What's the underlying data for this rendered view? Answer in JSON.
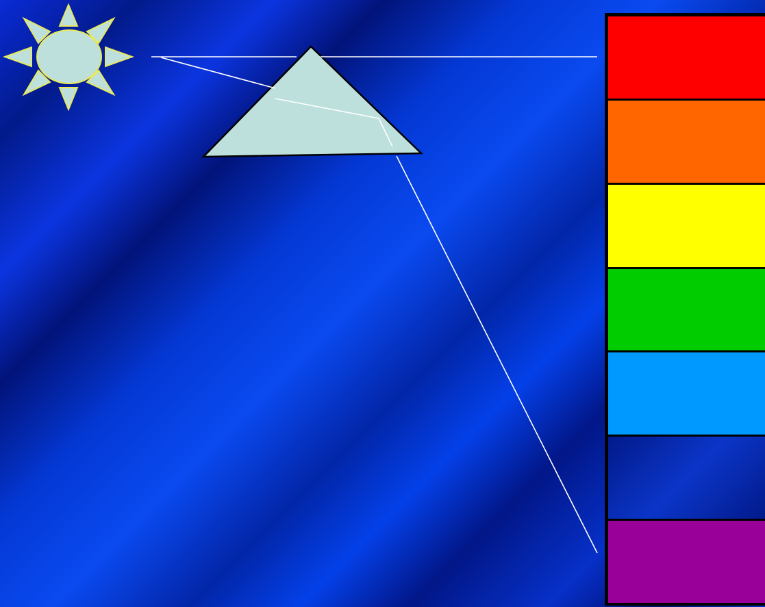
{
  "diagram": {
    "sun": {
      "icon": "sun-icon",
      "body_color": "#bde0dc",
      "ray_color": "#bde0dc",
      "outline_color": "#e8e85a"
    },
    "prism": {
      "icon": "triangle-prism",
      "fill_color": "#bde0dc",
      "outline_color": "#000000"
    },
    "light_ray_color": "#ffffff",
    "spectrum": {
      "border_color": "#000000",
      "bands": [
        {
          "name": "red",
          "color": "#ff0000"
        },
        {
          "name": "orange",
          "color": "#ff6600"
        },
        {
          "name": "yellow",
          "color": "#ffff00"
        },
        {
          "name": "green",
          "color": "#00cc00"
        },
        {
          "name": "blue",
          "color": "#0099ff"
        },
        {
          "name": "indigo",
          "color": "#0b2aa8"
        },
        {
          "name": "violet",
          "color": "#990099"
        }
      ]
    }
  }
}
